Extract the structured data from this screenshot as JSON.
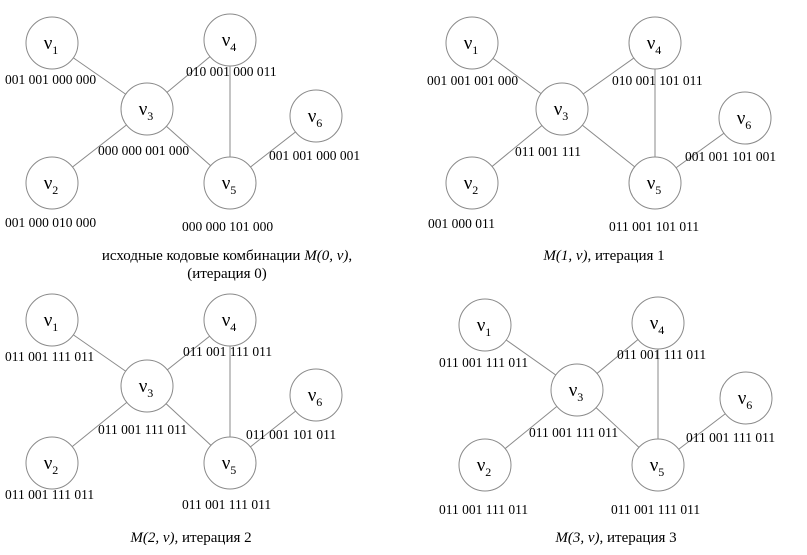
{
  "nodes": [
    "v1",
    "v2",
    "v3",
    "v4",
    "v5",
    "v6"
  ],
  "edges": [
    [
      "v1",
      "v3"
    ],
    [
      "v2",
      "v3"
    ],
    [
      "v3",
      "v4"
    ],
    [
      "v3",
      "v5"
    ],
    [
      "v4",
      "v5"
    ],
    [
      "v5",
      "v6"
    ]
  ],
  "panels": [
    {
      "caption_lines": [
        [
          {
            "t": "исходные кодовые комбинации ",
            "i": false
          },
          {
            "t": "M(0, ν)",
            "i": true
          },
          {
            "t": ",",
            "i": false
          }
        ],
        [
          {
            "t": "(итерация 0)",
            "i": false
          }
        ]
      ],
      "codes": {
        "v1": "001  001  000  000",
        "v2": "001  000  010  000",
        "v3": "000  000  001  000",
        "v4": "010  001  000  011",
        "v5": "000  000  101  000",
        "v6": "001  001  000  001"
      }
    },
    {
      "caption_lines": [
        [
          {
            "t": "M(1, ν)",
            "i": true
          },
          {
            "t": ", итерация 1",
            "i": false
          }
        ]
      ],
      "codes": {
        "v1": "001 001 001 000",
        "v2": "001 000 011",
        "v3": "011 001 111",
        "v4": "010 001 101 011",
        "v5": "011 001 101 011",
        "v6": "001 001 101 001"
      }
    },
    {
      "caption_lines": [
        [
          {
            "t": "M(2, ν)",
            "i": true
          },
          {
            "t": ", итерация 2",
            "i": false
          }
        ]
      ],
      "codes": {
        "v1": "011 001 111 011",
        "v2": "011 001 111 011",
        "v3": "011 001 111 011",
        "v4": "011 001 111 011",
        "v5": "011 001 111 011",
        "v6": "011 001 101 011"
      }
    },
    {
      "caption_lines": [
        [
          {
            "t": "M(3, ν)",
            "i": true
          },
          {
            "t": ", итерация 3",
            "i": false
          }
        ]
      ],
      "codes": {
        "v1": "011 001 111 011",
        "v2": "011 001 111 011",
        "v3": "011 001 111 011",
        "v4": "011 001 111 011",
        "v5": "011 001 111 011",
        "v6": "011 001 111 011"
      }
    }
  ]
}
